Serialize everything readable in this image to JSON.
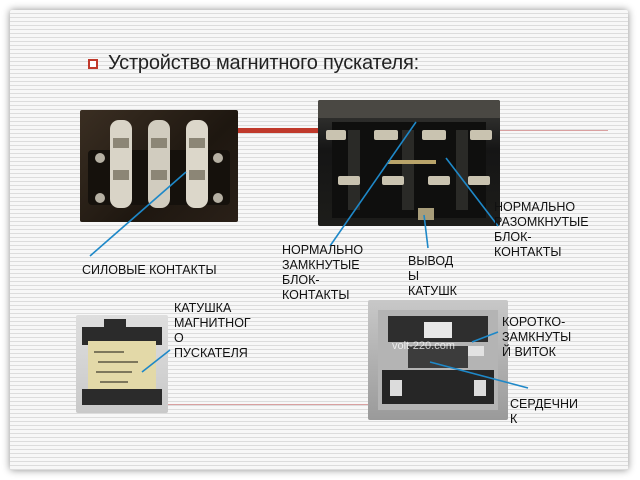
{
  "slide": {
    "title": "Устройство магнитного пускателя:",
    "labels": {
      "power_contacts": "СИЛОВЫЕ КОНТАКТЫ",
      "nc_block": "НОРМАЛЬНО\nЗАМКНУТЫЕ\nБЛОК-\nКОНТАКТЫ",
      "coil_terminals": "ВЫВОД\nЫ\nКАТУШК",
      "no_block": "НОРМАЛЬНО\nРАЗОМКНУТЫЕ\nБЛОК-\nКОНТАКТЫ",
      "coil": "КАТУШКА\nМАГНИТНОГ\nО\nПУСКАТЕЛЯ",
      "shorted_turn": "КОРОТКО-\nЗАМКНУТЫ\nЙ ВИТОК",
      "core": "СЕРДЕЧНИ\nК"
    },
    "watermark": "volt-220.com"
  },
  "colors": {
    "accent": "#c0392b",
    "callout": "#1e88c8"
  }
}
